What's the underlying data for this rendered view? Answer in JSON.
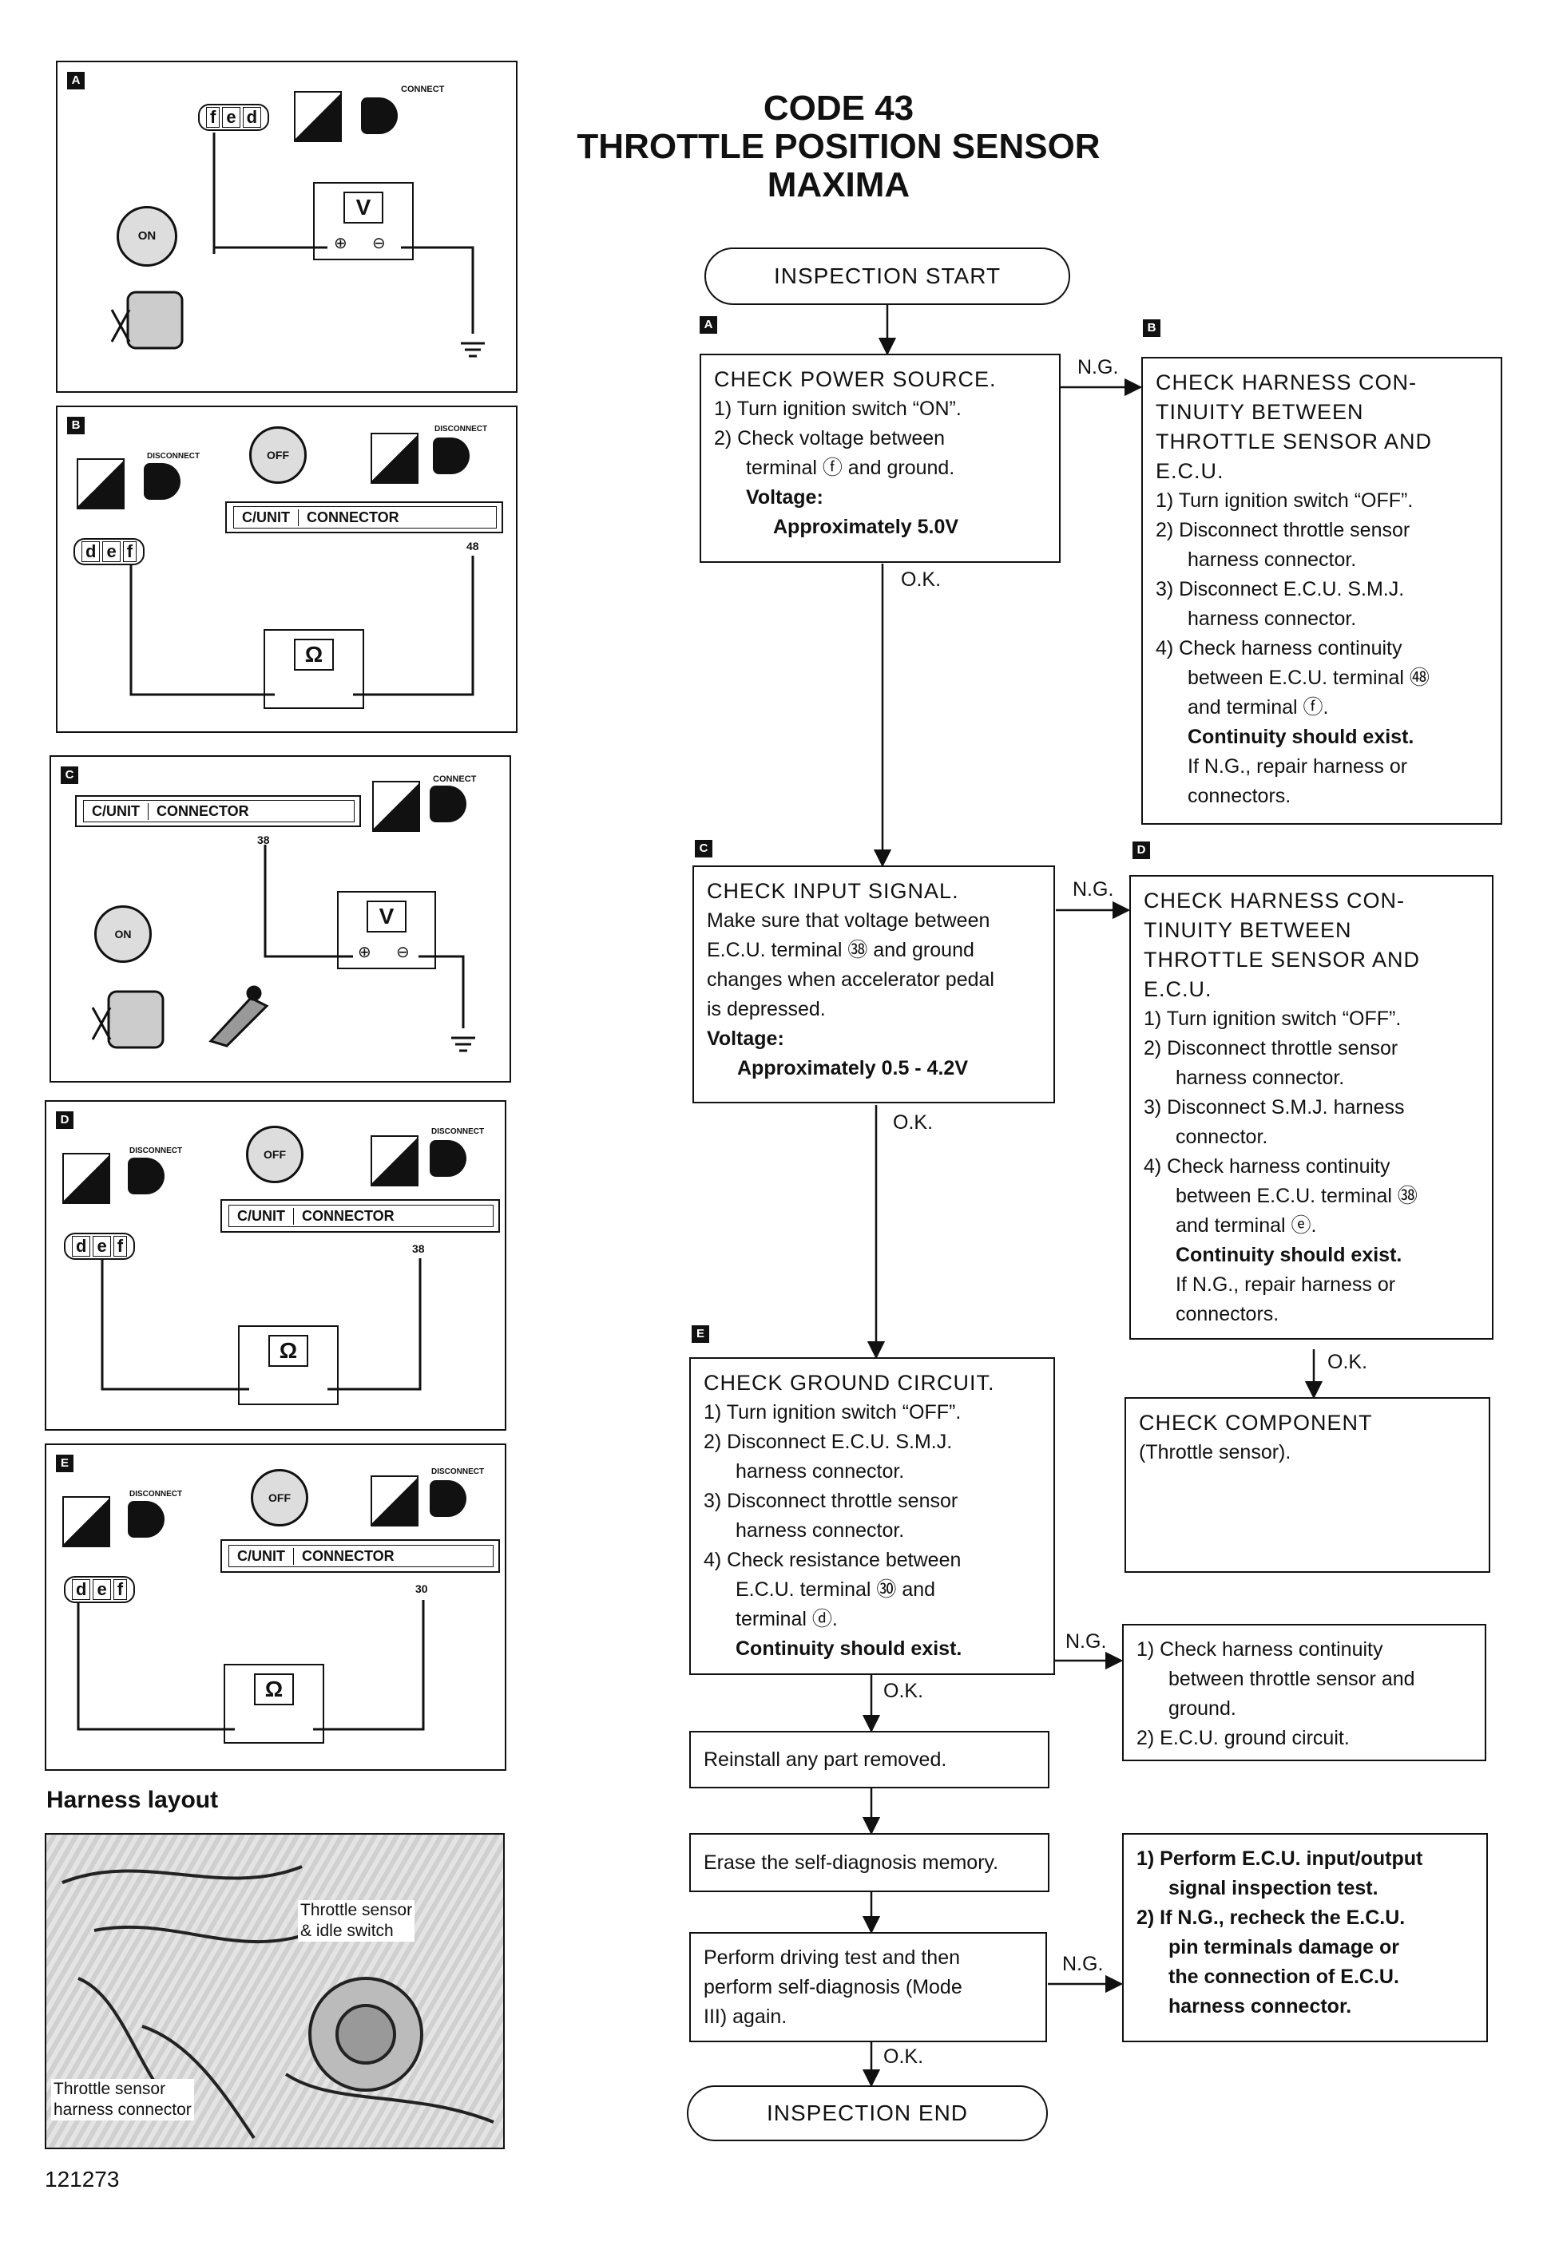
{
  "title": {
    "line1": "CODE 43",
    "line2": "THROTTLE POSITION SENSOR",
    "line3": "MAXIMA"
  },
  "start": "INSPECTION START",
  "end": "INSPECTION END",
  "figure_number": "121273",
  "harness": {
    "heading": "Harness layout",
    "label1_line1": "Throttle sensor",
    "label1_line2": "& idle switch",
    "label2_line1": "Throttle sensor",
    "label2_line2": "harness connector"
  },
  "side_panels": {
    "a": {
      "tag": "A",
      "meter": "V",
      "connect": "CONNECT",
      "ign": "ON",
      "plus": "⊕",
      "minus": "⊖",
      "terms": [
        "f",
        "e",
        "d"
      ]
    },
    "b": {
      "tag": "B",
      "meter": "Ω",
      "disconnect": "DISCONNECT",
      "ign": "OFF",
      "cunit": "C/UNIT",
      "connector": "CONNECTOR",
      "term_no": "48",
      "terms": [
        "d",
        "e",
        "f"
      ]
    },
    "c": {
      "tag": "C",
      "meter": "V",
      "connect": "CONNECT",
      "ign": "ON",
      "cunit": "C/UNIT",
      "connector": "CONNECTOR",
      "term_no": "38",
      "plus": "⊕",
      "minus": "⊖"
    },
    "d": {
      "tag": "D",
      "meter": "Ω",
      "disconnect": "DISCONNECT",
      "ign": "OFF",
      "cunit": "C/UNIT",
      "connector": "CONNECTOR",
      "term_no": "38",
      "terms": [
        "d",
        "e",
        "f"
      ]
    },
    "e": {
      "tag": "E",
      "meter": "Ω",
      "disconnect": "DISCONNECT",
      "ign": "OFF",
      "cunit": "C/UNIT",
      "connector": "CONNECTOR",
      "term_no": "30",
      "terms": [
        "d",
        "e",
        "f"
      ]
    }
  },
  "steps": {
    "a": {
      "tag": "A",
      "lines": [
        "CHECK POWER SOURCE.",
        "1) Turn ignition switch “ON”.",
        "2) Check voltage between",
        "terminal ⓕ and ground.",
        "Voltage:",
        "Approximately 5.0V"
      ]
    },
    "b": {
      "tag": "B",
      "lines": [
        "CHECK HARNESS CON-",
        "TINUITY BETWEEN",
        "THROTTLE SENSOR AND",
        "E.C.U.",
        "1) Turn ignition switch “OFF”.",
        "2) Disconnect throttle sensor",
        "harness connector.",
        "3) Disconnect E.C.U. S.M.J.",
        "harness connector.",
        "4) Check harness continuity",
        "between E.C.U. terminal ㊽",
        "and terminal ⓕ.",
        "Continuity should exist.",
        "If N.G., repair harness or",
        "connectors."
      ]
    },
    "c": {
      "tag": "C",
      "lines": [
        "CHECK INPUT SIGNAL.",
        "Make sure that voltage between",
        "E.C.U. terminal ㊳ and ground",
        "changes when accelerator pedal",
        "is depressed.",
        "Voltage:",
        "Approximately 0.5 - 4.2V"
      ]
    },
    "d": {
      "tag": "D",
      "lines": [
        "CHECK HARNESS CON-",
        "TINUITY BETWEEN",
        "THROTTLE SENSOR AND",
        "E.C.U.",
        "1) Turn ignition switch “OFF”.",
        "2) Disconnect throttle sensor",
        "harness connector.",
        "3) Disconnect S.M.J. harness",
        "connector.",
        "4) Check harness continuity",
        "between E.C.U. terminal ㊳",
        "and terminal ⓔ.",
        "Continuity should exist.",
        "If N.G., repair harness or",
        "connectors."
      ]
    },
    "component": {
      "lines": [
        "CHECK COMPONENT",
        "(Throttle sensor)."
      ]
    },
    "e": {
      "tag": "E",
      "lines": [
        "CHECK GROUND CIRCUIT.",
        "1) Turn ignition switch “OFF”.",
        "2) Disconnect E.C.U. S.M.J.",
        "harness connector.",
        "3) Disconnect throttle sensor",
        "harness connector.",
        "4) Check resistance between",
        "E.C.U. terminal ㉚ and",
        "terminal ⓓ.",
        "Continuity should exist."
      ]
    },
    "ground_ng": {
      "lines": [
        "1) Check harness continuity",
        "between throttle sensor and",
        "ground.",
        "2) E.C.U. ground circuit."
      ]
    },
    "reinstall": "Reinstall any part removed.",
    "erase": "Erase the self-diagnosis memory.",
    "drive": {
      "lines": [
        "Perform driving test and then",
        "perform self-diagnosis (Mode",
        "III) again."
      ]
    },
    "final_ng": {
      "lines": [
        "1) Perform E.C.U. input/output",
        "signal inspection test.",
        "2) If N.G., recheck the E.C.U.",
        "pin terminals damage or",
        "the connection of E.C.U.",
        "harness connector."
      ]
    }
  },
  "labels": {
    "ok": "O.K.",
    "ng": "N.G."
  }
}
